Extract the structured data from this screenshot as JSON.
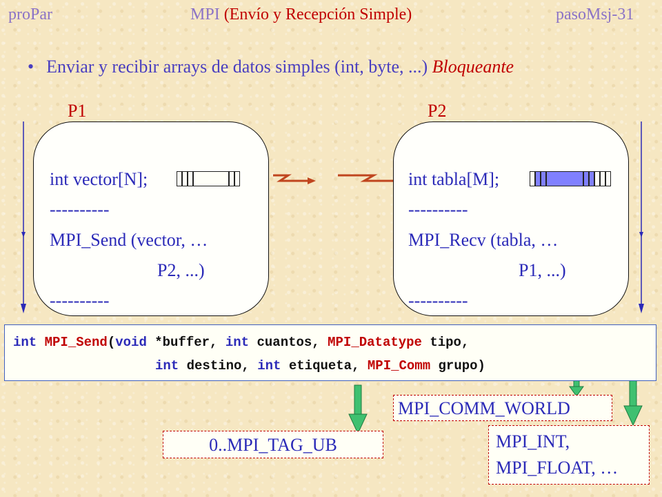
{
  "header": {
    "left": "proPar",
    "center_prefix": "MPI ",
    "center_paren": "(Envío y Recepción Simple)",
    "right": "pasoMsj-31"
  },
  "bullet": {
    "symbol": "•",
    "text": "Enviar y recibir arrays de datos simples (int, byte, ...) ",
    "emphasis": "Bloqueante"
  },
  "processes": [
    {
      "label": "P1",
      "decl": "int vector[N];",
      "sep1": "----------",
      "call_name": "MPI_Send",
      "call_open": " (",
      "call_args": "vector, …",
      "call_cont": "P2, ...)",
      "sep2": "----------"
    },
    {
      "label": "P2",
      "decl": "int tabla[M];",
      "sep1": "----------",
      "call_name": "MPI_Recv",
      "call_open": " (",
      "call_args": "tabla, …",
      "call_cont": "P1, ...)",
      "sep2": "----------"
    }
  ],
  "signature": {
    "l1_int": "int ",
    "l1_fn": "MPI_Send",
    "l1_open": "(",
    "l1_void": "void",
    "l1_buf": " *buffer, ",
    "l1_int2": "int",
    "l1_cuantos": " cuantos, ",
    "l1_dt": "MPI_Datatype",
    "l1_tipo": " tipo,",
    "l2_int": "int",
    "l2_dest": " destino, ",
    "l2_int2": "int",
    "l2_etiq": " etiqueta, ",
    "l2_comm": "MPI_Comm",
    "l2_grupo": " grupo)"
  },
  "notes": {
    "tag": "0..MPI_TAG_UB",
    "comm": "MPI_COMM_WORLD",
    "types_l1": "MPI_INT,",
    "types_l2": "MPI_FLOAT, …"
  },
  "colors": {
    "background": "#f6e7c2",
    "blue_text": "#2b2ab8",
    "red_text": "#c00000",
    "array_fill": "#8080ff",
    "down_arrow_fill": "#3fc070"
  }
}
